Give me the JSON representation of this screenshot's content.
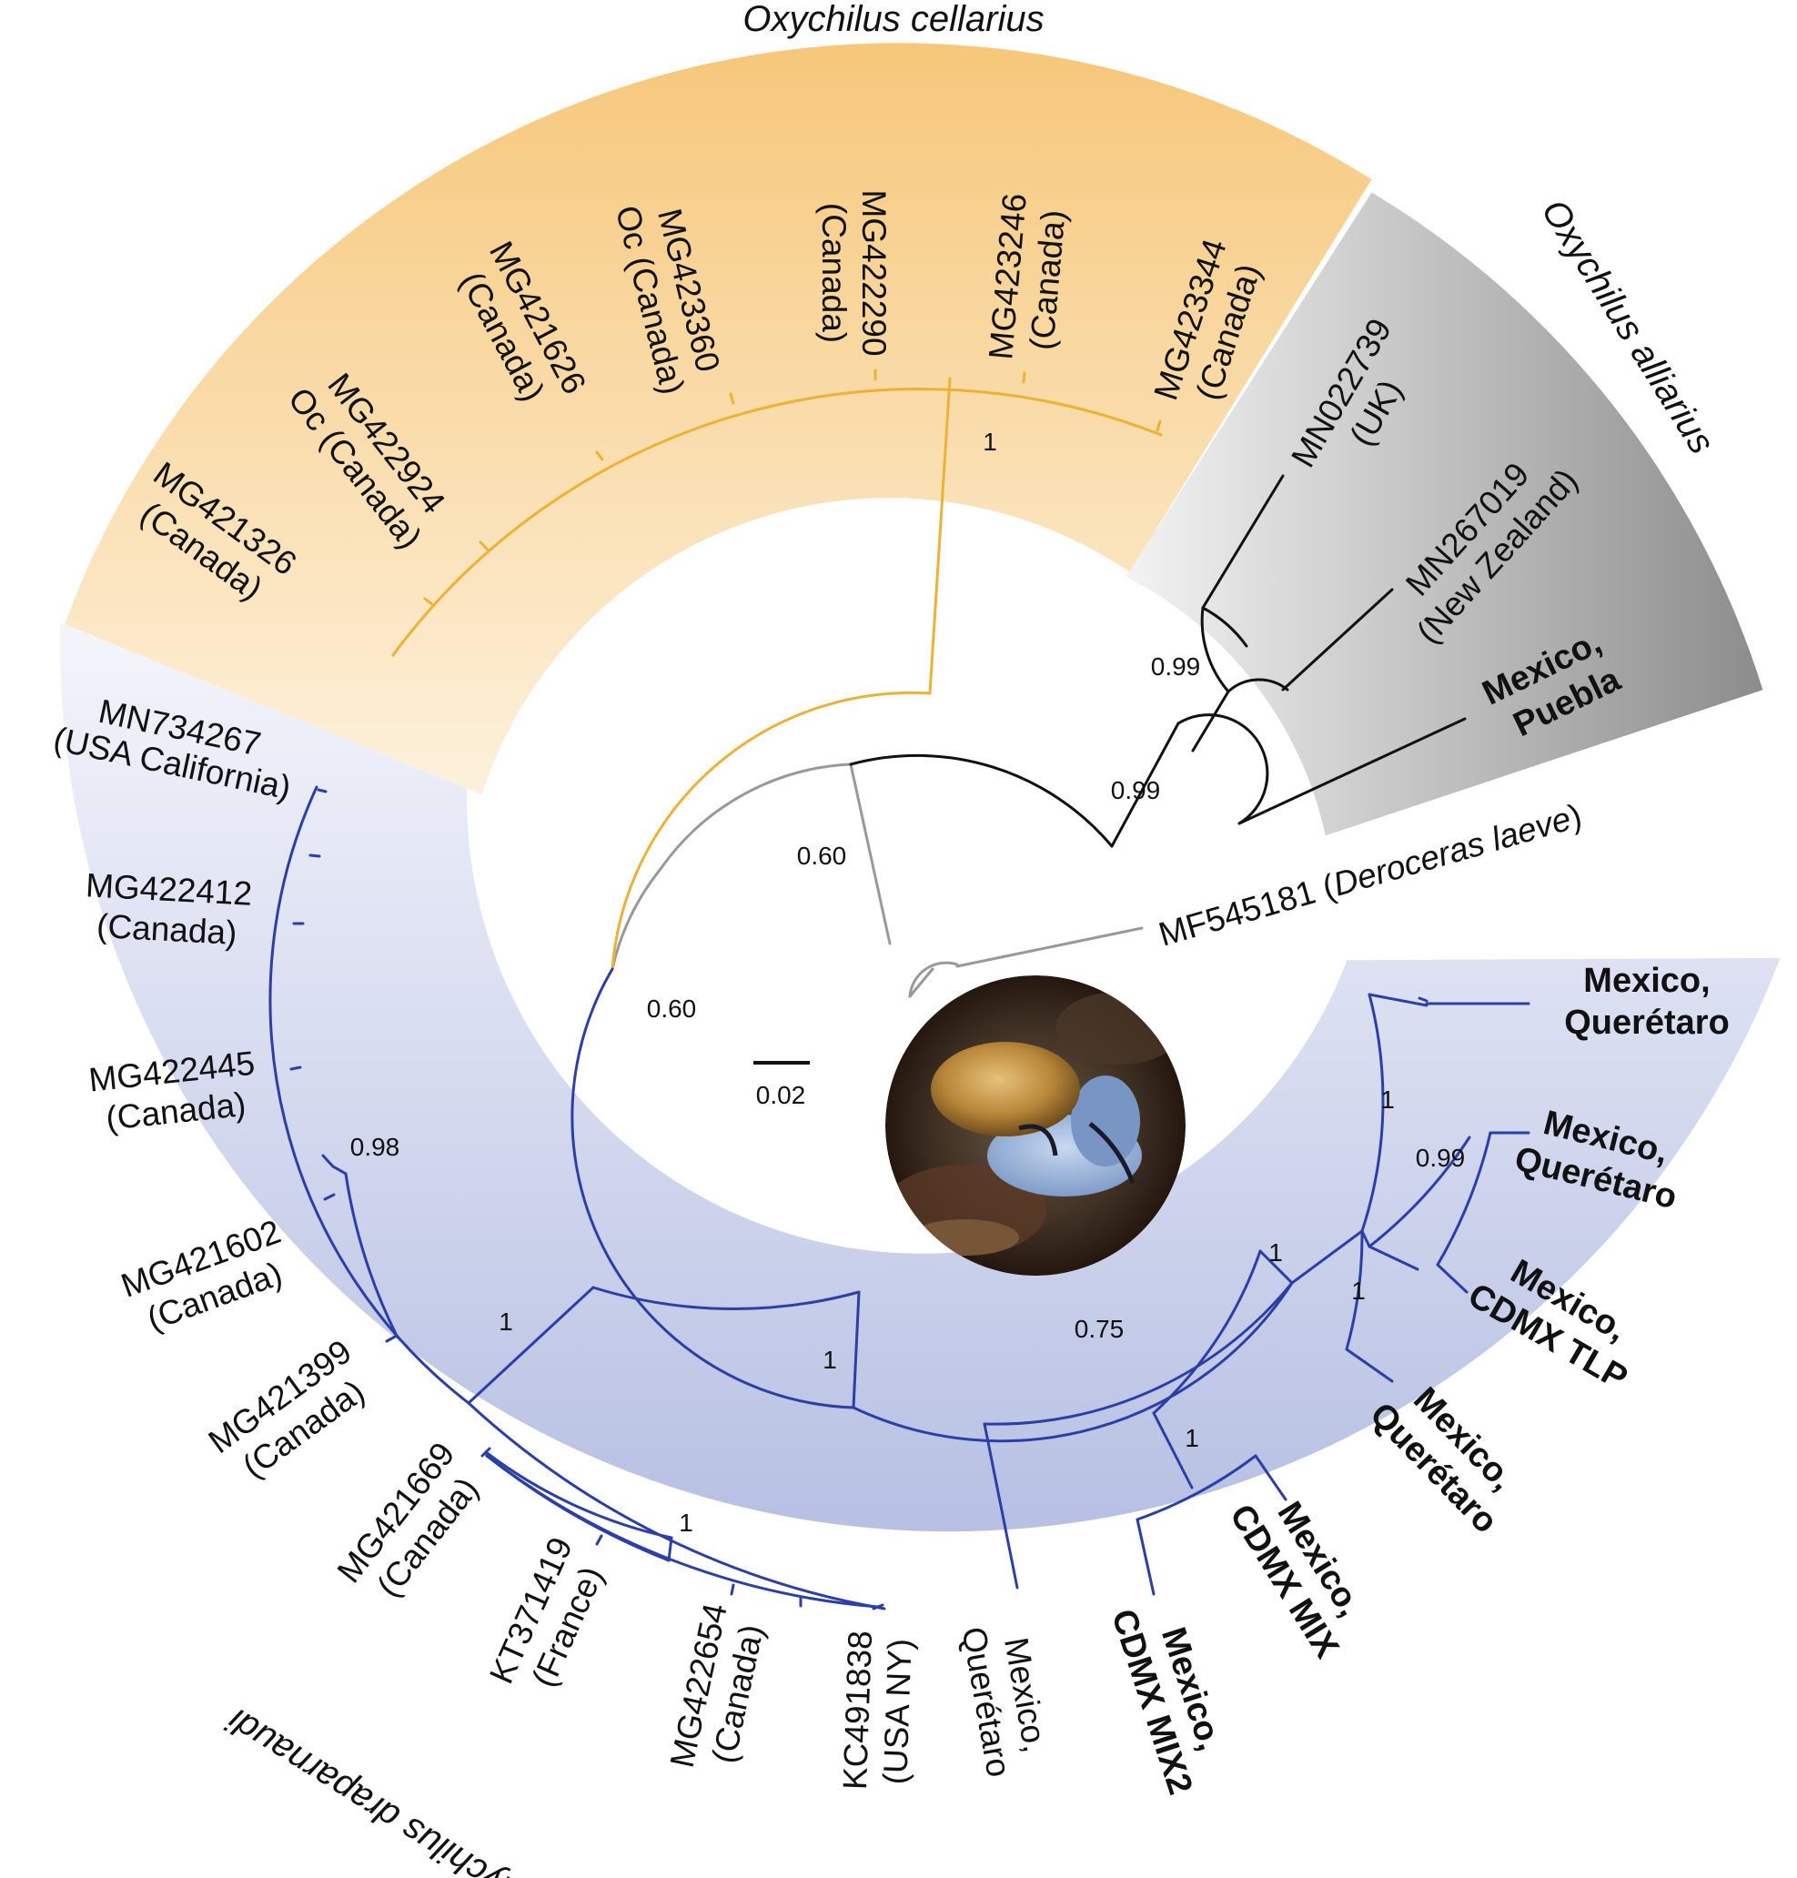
{
  "colors": {
    "cellarius_branch": "#eeb133",
    "draparnaudi_branch": "#2c3fa6",
    "alliarius_branch": "#111111",
    "outgroup_branch": "#999999",
    "cellarius_band": "#f6cd80",
    "draparnaudi_band": "#bcc4e6",
    "alliarius_band": "#9a9a9a"
  },
  "clades": {
    "cellarius": "Oxychilus cellarius",
    "alliarius": "Oxychilus alliarius",
    "draparnaudi": "Oxychilus draparnaudi"
  },
  "leaves": {
    "mg421326": [
      "MG421326",
      "(Canada)"
    ],
    "mg422924": [
      "MG422924",
      "Oc (Canada)"
    ],
    "mg421626": [
      "MG421626",
      "(Canada)"
    ],
    "mg423360": [
      "MG423360",
      "Oc (Canada)"
    ],
    "mg422290": [
      "MG422290",
      "(Canada)"
    ],
    "mg423246": [
      "MG423246",
      "(Canada)"
    ],
    "mg423344": [
      "MG423344",
      "(Canada)"
    ],
    "mn022739": [
      "MN022739",
      "(UK)"
    ],
    "mn267019": [
      "MN267019",
      "(New  Zealand)"
    ],
    "mex_puebla": [
      "Mexico,",
      "Puebla"
    ],
    "mf545181_id": "MF545181 (",
    "mf545181_species": "Deroceras laeve",
    "mf545181_close": ")",
    "mex_qro_1": [
      "Mexico,",
      "Querétaro"
    ],
    "mex_qro_2": [
      "Mexico,",
      "Querétaro"
    ],
    "mex_cdmx_tlp": [
      "Mexico,",
      "CDMX  TLP"
    ],
    "mex_qro_3": [
      "Mexico,",
      "Querétaro"
    ],
    "mex_cdmx_mix": [
      "Mexico,",
      "CDMX  MIX"
    ],
    "mex_cdmx_mix2": [
      "Mexico,",
      "CDMX  MIX2"
    ],
    "mex_qro_4": [
      "Mexico,",
      "Querétaro"
    ],
    "kc491838": [
      "KC491838",
      "(USA NY)"
    ],
    "mg422654": [
      "MG422654",
      "(Canada)"
    ],
    "kt371419": [
      "KT371419",
      "(France)"
    ],
    "mg421669": [
      "MG421669",
      "(Canada)"
    ],
    "mg421399": [
      "MG421399",
      "(Canada)"
    ],
    "mg421602": [
      "MG421602",
      "(Canada)"
    ],
    "mg422445": [
      "MG422445",
      "(Canada)"
    ],
    "mg422412": [
      "MG422412",
      "(Canada)"
    ],
    "mn734267": [
      "MN734267",
      "(USA  California)"
    ]
  },
  "support": {
    "cellarius": "1",
    "alliarius_inner": "0.99",
    "alliarius_outer": "0.99",
    "root_upper": "0.60",
    "root_lower": "0.60",
    "draparnaudi_root": "1",
    "mexico_clade": "0.75",
    "mexico_sub": "1",
    "qro_top": "1",
    "qro_tlp": "0.99",
    "qro_group": "1",
    "cdmx_mix": "1",
    "europe_na": "1",
    "canada_group": "1",
    "canada_sub": "0.98"
  },
  "scale_bar": "0.02",
  "photo": {
    "subject": "snail-photo"
  }
}
